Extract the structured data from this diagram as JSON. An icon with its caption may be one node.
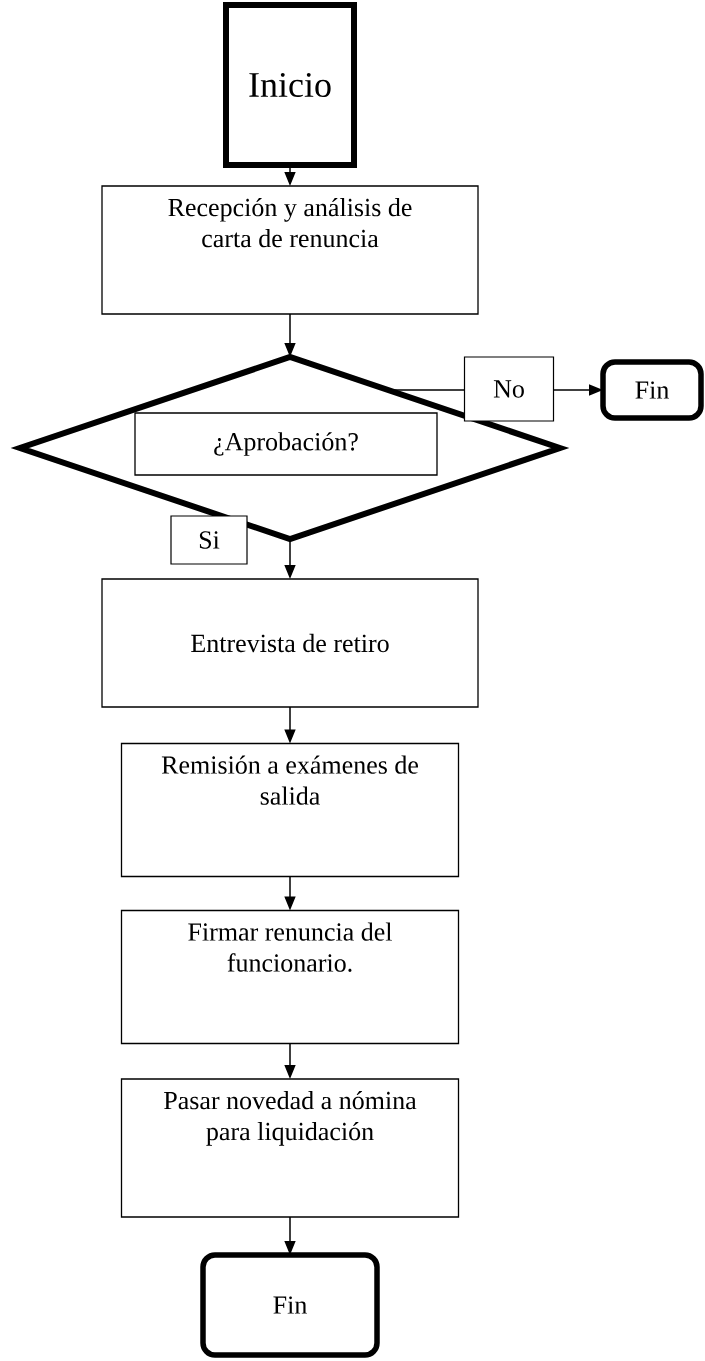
{
  "diagram": {
    "nodes": [
      {
        "text": [
          "Inicio"
        ]
      },
      {
        "text": [
          "Recepción y análisis de carta de renuncia"
        ]
      },
      {
        "text": [],
        "shape": "diamond"
      },
      {
        "text": [
          "¿Aprobación?"
        ],
        "in": 2
      },
      {
        "text": [
          "Fin"
        ]
      },
      {
        "text": [
          "Entrevista de retiro"
        ]
      },
      {
        "text": [
          "Remisión a exámenes de salida"
        ]
      },
      {
        "text": [
          "Firmar renuncia del funcionario."
        ]
      },
      {
        "text": [
          "Pasar novedad a nómina para liquidación"
        ]
      },
      {
        "text": [
          "Fin"
        ]
      }
    ],
    "edges": [
      {
        "from": 0,
        "to": 1,
        "arrow": "to"
      },
      {
        "from": 1,
        "to": 2,
        "arrow": "to"
      },
      {
        "from": 2,
        "to": 4,
        "arrow": "to",
        "label": "No"
      },
      {
        "from": 2,
        "to": 5,
        "arrow": "to",
        "label": "Si"
      },
      {
        "from": 5,
        "to": 6,
        "arrow": "to"
      },
      {
        "from": 6,
        "to": 7,
        "arrow": "to"
      },
      {
        "from": 7,
        "to": 8,
        "arrow": "to"
      },
      {
        "from": 8,
        "to": 9,
        "arrow": "to"
      }
    ]
  }
}
